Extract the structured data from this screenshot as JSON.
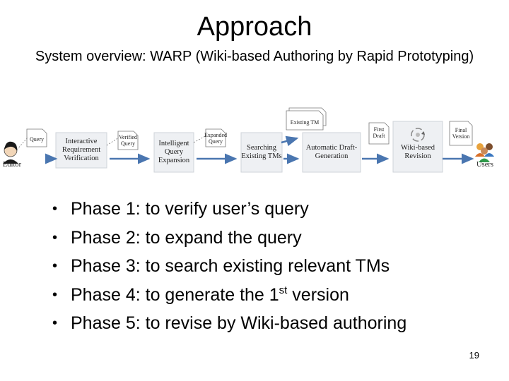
{
  "slide": {
    "title": "Approach",
    "subtitle": "System overview: WARP (Wiki-based Authoring by Rapid Prototyping)",
    "page_number": "19"
  },
  "diagram": {
    "actors": {
      "editor": "Editor",
      "users": "Users"
    },
    "boxes": [
      {
        "label": "Interactive Requirement Verification"
      },
      {
        "label": "Intelligent Query Expansion"
      },
      {
        "label": "Searching Existing TMs"
      },
      {
        "label": "Automatic Draft-Generation"
      },
      {
        "label": "Wiki-based Revision"
      }
    ],
    "documents": {
      "query": "Query",
      "verified_query": "Verified Query",
      "expanded_query": "Expanded Query",
      "existing_tm": "Existing TM",
      "first_draft": "First Draft",
      "final_version": "Final Version"
    }
  },
  "bullets": [
    {
      "marker": "•",
      "text": "Phase 1: to verify user’s query",
      "suffix": ""
    },
    {
      "marker": "•",
      "text": "Phase 2: to expand the query",
      "suffix": ""
    },
    {
      "marker": "•",
      "text": "Phase 3: to search existing relevant TMs",
      "suffix": ""
    },
    {
      "marker": "•",
      "text": "Phase 4: to generate the 1",
      "sup": "st",
      "suffix": " version"
    },
    {
      "marker": "•",
      "text": "Phase 5: to revise by Wiki-based authoring",
      "suffix": ""
    }
  ],
  "colors": {
    "box_fill": "#eef0f3",
    "arrow": "#4a76b0",
    "editor_skin": "#f2d6b8",
    "editor_hair": "#1a1a1a"
  }
}
